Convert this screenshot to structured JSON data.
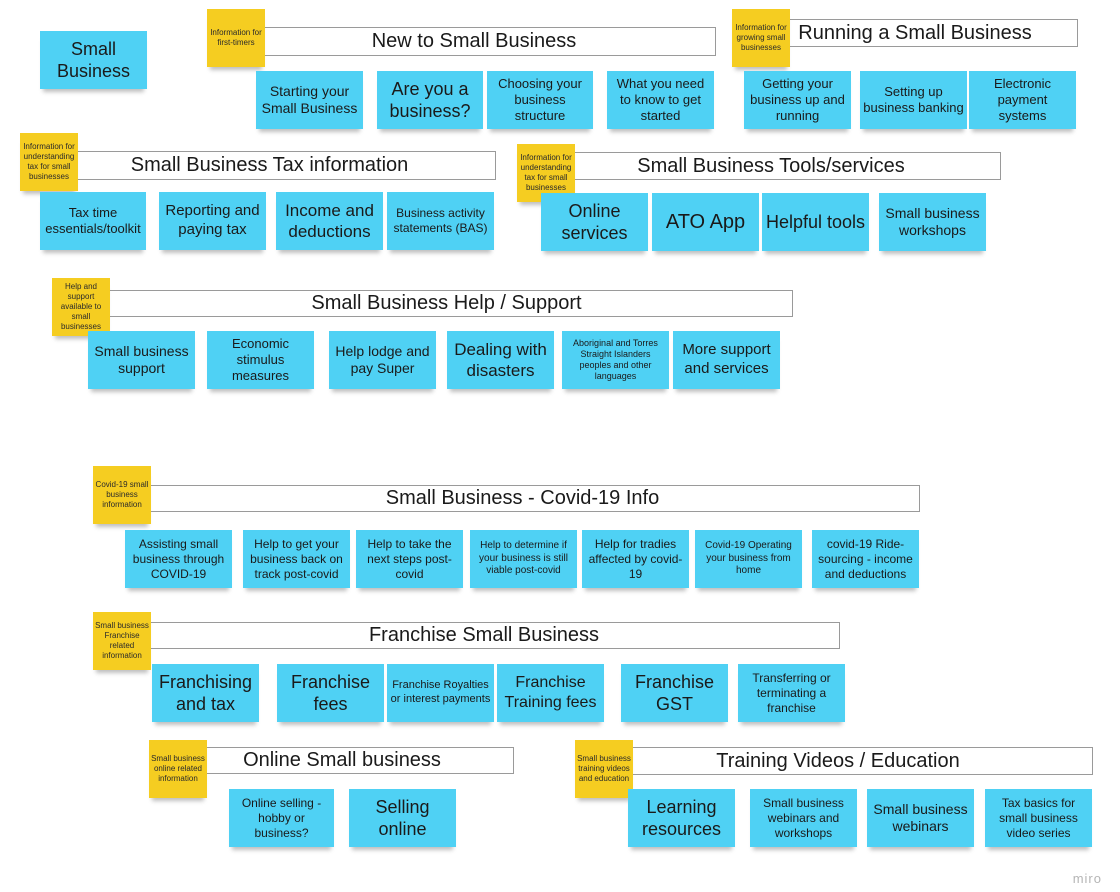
{
  "board_brand": "miro",
  "standalone_note": "Small Business",
  "sections": {
    "new_to_small_business": {
      "title": "New to Small Business",
      "tag": "Information for first-timers",
      "notes": [
        "Starting your Small Business",
        "Are you a business?",
        "Choosing your business structure",
        "What you need to know to get started"
      ]
    },
    "running": {
      "title": "Running a Small Business",
      "tag": "Information for growing small businesses",
      "notes": [
        "Getting your business up and running",
        "Setting up business banking",
        "Electronic payment systems"
      ]
    },
    "tax": {
      "title": "Small Business Tax information",
      "tag": "Information for understanding tax for small businesses",
      "notes": [
        "Tax time essentials/toolkit",
        "Reporting and paying tax",
        "Income and deductions",
        "Business activity statements (BAS)"
      ]
    },
    "tools": {
      "title": "Small Business Tools/services",
      "tag": "Information for understanding tax for small businesses",
      "notes": [
        "Online services",
        "ATO App",
        "Helpful tools",
        "Small business workshops"
      ]
    },
    "help": {
      "title": "Small Business Help / Support",
      "tag": "Help and support available to small businesses",
      "notes": [
        "Small business support",
        "Economic stimulus measures",
        "Help lodge and pay Super",
        "Dealing with disasters",
        "Aboriginal and Torres Straight Islanders peoples and other languages",
        "More support and services"
      ]
    },
    "covid": {
      "title": "Small Business - Covid-19 Info",
      "tag": "Covid-19 small business information",
      "notes": [
        "Assisting small business through COVID-19",
        "Help to get your business back on track post-covid",
        "Help to take the next steps post-covid",
        "Help to determine if your business is still viable post-covid",
        "Help for tradies affected by covid-19",
        "Covid-19 Operating your business from home",
        "covid-19 Ride-sourcing - income and deductions"
      ]
    },
    "franchise": {
      "title": "Franchise Small Business",
      "tag": "Small business Franchise related information",
      "notes": [
        "Franchising and tax",
        "Franchise fees",
        "Franchise Royalties or interest payments",
        "Franchise Training fees",
        "Franchise GST",
        "Transferring or terminating a franchise"
      ]
    },
    "online": {
      "title": "Online Small business",
      "tag": "Small business online related information",
      "notes": [
        "Online selling - hobby or business?",
        "Selling online"
      ]
    },
    "training": {
      "title": "Training Videos / Education",
      "tag": "Small business training videos and education",
      "notes": [
        "Learning resources",
        "Small business webinars and workshops",
        "Small business webinars",
        "Tax basics for small business video series"
      ]
    }
  }
}
